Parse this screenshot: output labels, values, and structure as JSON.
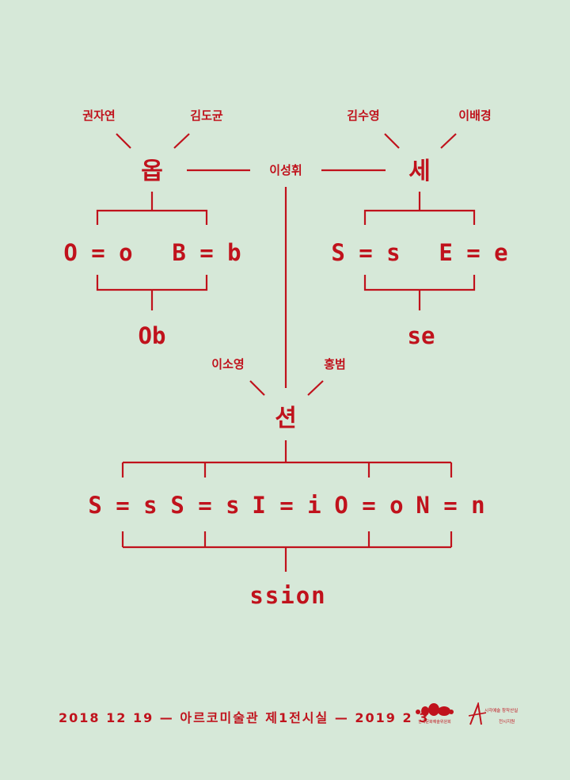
{
  "top_left": {
    "names": [
      "권자연",
      "김도균"
    ],
    "syllable": "옵",
    "letters": [
      "O = o",
      "B = b"
    ],
    "result": "Ob"
  },
  "top_right": {
    "names": [
      "김수영",
      "이배경"
    ],
    "syllable": "세",
    "letters": [
      "S = s",
      "E = e"
    ],
    "result": "se"
  },
  "center_name": "이성휘",
  "bottom": {
    "names": [
      "이소영",
      "홍범"
    ],
    "syllable": "션",
    "letters": [
      "S = s",
      "S = s",
      "I = i",
      "O = o",
      "N = n"
    ],
    "result": "ssion"
  },
  "footer": {
    "info": "2018 12 19 — 아르코미술관 제1전시실 — 2019 2 3",
    "logo_left_caption": "한국문화예술위원회",
    "logo_right_caption_top": "시각예술 창작산실",
    "logo_right_caption_bottom": "전시지원"
  },
  "colors": {
    "background": "#d6e8d8",
    "accent": "#c0121c"
  }
}
